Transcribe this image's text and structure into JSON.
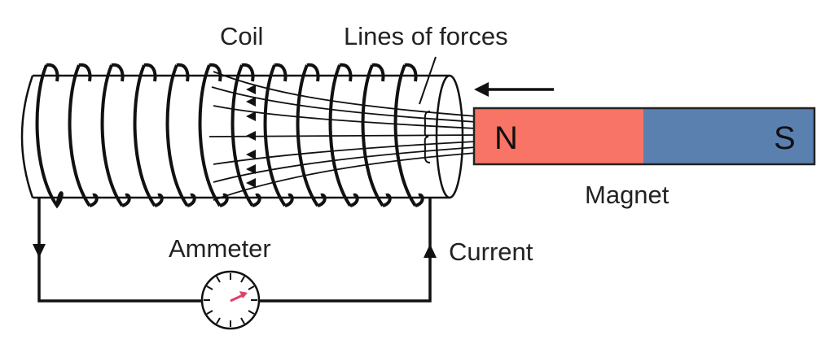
{
  "labels": {
    "coil": "Coil",
    "lines_of_forces": "Lines of forces",
    "magnet": "Magnet",
    "ammeter": "Ammeter",
    "current": "Current"
  },
  "magnet": {
    "north_label": "N",
    "south_label": "S",
    "north_color": "#f87466",
    "south_color": "#5a80b0"
  },
  "colors": {
    "stroke": "#111111",
    "needle": "#e0406a",
    "background": "#ffffff"
  },
  "coil": {
    "turns": 12
  },
  "field_lines": {
    "count": 7
  },
  "motion_arrow": {
    "direction": "left"
  }
}
